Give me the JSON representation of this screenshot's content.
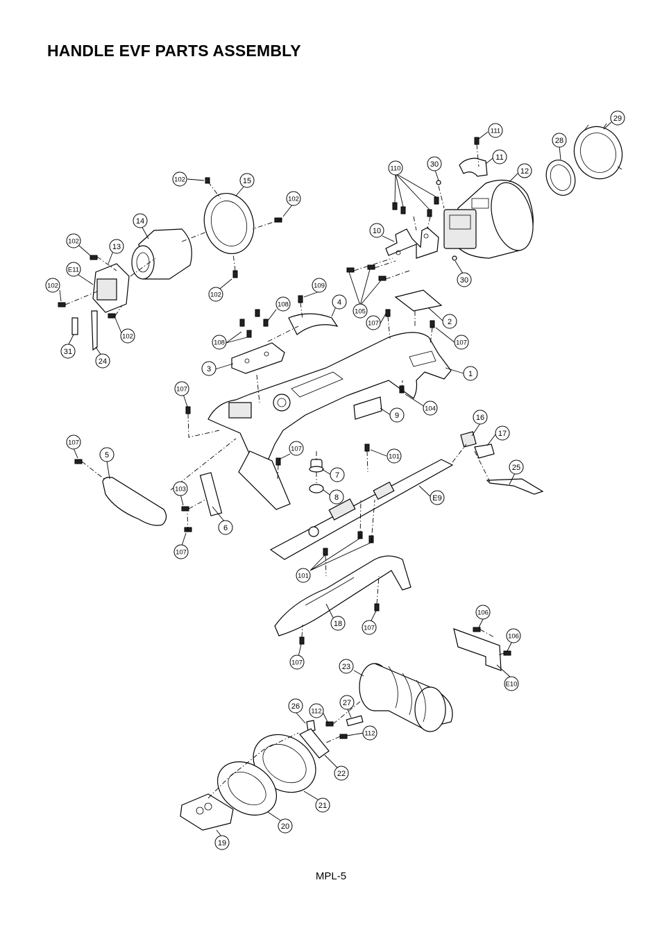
{
  "title": "HANDLE EVF PARTS ASSEMBLY",
  "page_number": "MPL-5",
  "callouts": [
    {
      "id": "29",
      "label": "29"
    },
    {
      "id": "28",
      "label": "28"
    },
    {
      "id": "111a",
      "label": "111"
    },
    {
      "id": "11",
      "label": "11"
    },
    {
      "id": "12",
      "label": "12"
    },
    {
      "id": "30a",
      "label": "30"
    },
    {
      "id": "110",
      "label": "110"
    },
    {
      "id": "10",
      "label": "10"
    },
    {
      "id": "30b",
      "label": "30"
    },
    {
      "id": "105",
      "label": "105"
    },
    {
      "id": "102a",
      "label": "102"
    },
    {
      "id": "15",
      "label": "15"
    },
    {
      "id": "102b",
      "label": "102"
    },
    {
      "id": "14",
      "label": "14"
    },
    {
      "id": "102c",
      "label": "102"
    },
    {
      "id": "13",
      "label": "13"
    },
    {
      "id": "E11",
      "label": "E11"
    },
    {
      "id": "102d",
      "label": "102"
    },
    {
      "id": "102e",
      "label": "102"
    },
    {
      "id": "102f",
      "label": "102"
    },
    {
      "id": "31",
      "label": "31"
    },
    {
      "id": "24",
      "label": "24"
    },
    {
      "id": "109",
      "label": "109"
    },
    {
      "id": "4",
      "label": "4"
    },
    {
      "id": "108a",
      "label": "108"
    },
    {
      "id": "108b",
      "label": "108"
    },
    {
      "id": "3",
      "label": "3"
    },
    {
      "id": "107a",
      "label": "107"
    },
    {
      "id": "2",
      "label": "2"
    },
    {
      "id": "107b",
      "label": "107"
    },
    {
      "id": "1",
      "label": "1"
    },
    {
      "id": "104",
      "label": "104"
    },
    {
      "id": "107c",
      "label": "107"
    },
    {
      "id": "9",
      "label": "9"
    },
    {
      "id": "16",
      "label": "16"
    },
    {
      "id": "17",
      "label": "17"
    },
    {
      "id": "107d",
      "label": "107"
    },
    {
      "id": "5",
      "label": "5"
    },
    {
      "id": "107e",
      "label": "107"
    },
    {
      "id": "101a",
      "label": "101"
    },
    {
      "id": "7",
      "label": "7"
    },
    {
      "id": "25",
      "label": "25"
    },
    {
      "id": "8",
      "label": "8"
    },
    {
      "id": "E9",
      "label": "E9"
    },
    {
      "id": "103",
      "label": "103"
    },
    {
      "id": "6",
      "label": "6"
    },
    {
      "id": "107f",
      "label": "107"
    },
    {
      "id": "101b",
      "label": "101"
    },
    {
      "id": "18",
      "label": "18"
    },
    {
      "id": "107g",
      "label": "107"
    },
    {
      "id": "106a",
      "label": "106"
    },
    {
      "id": "106b",
      "label": "106"
    },
    {
      "id": "107h",
      "label": "107"
    },
    {
      "id": "E10",
      "label": "E10"
    },
    {
      "id": "23",
      "label": "23"
    },
    {
      "id": "26",
      "label": "26"
    },
    {
      "id": "112a",
      "label": "112"
    },
    {
      "id": "27",
      "label": "27"
    },
    {
      "id": "112b",
      "label": "112"
    },
    {
      "id": "22",
      "label": "22"
    },
    {
      "id": "21",
      "label": "21"
    },
    {
      "id": "20",
      "label": "20"
    },
    {
      "id": "19",
      "label": "19"
    }
  ]
}
